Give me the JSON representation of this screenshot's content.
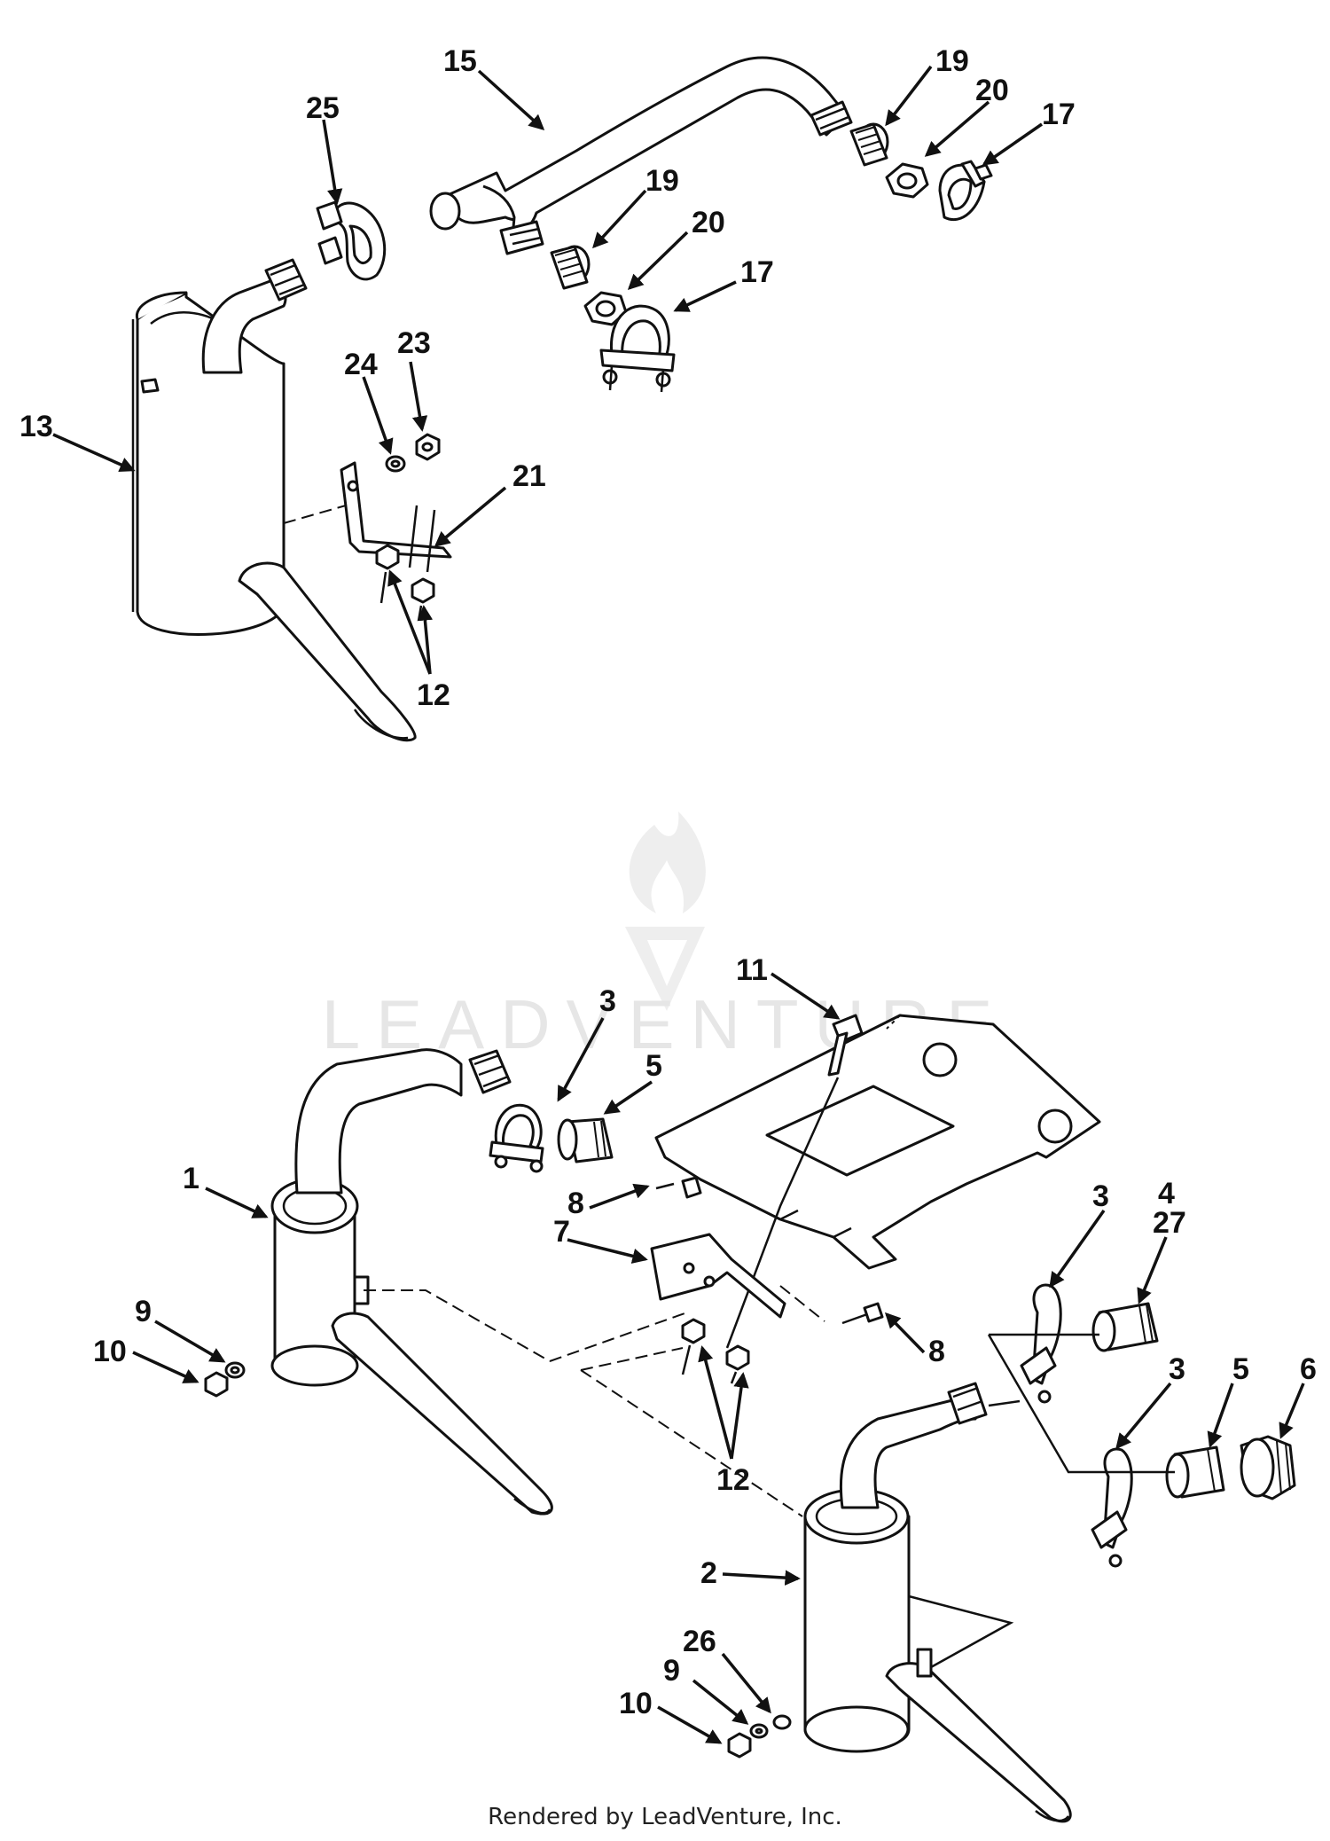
{
  "diagram": {
    "callouts": {
      "c15": "15",
      "c19a": "19",
      "c20a": "20",
      "c17a": "17",
      "c25": "25",
      "c19b": "19",
      "c20b": "20",
      "c17b": "17",
      "c23": "23",
      "c24": "24",
      "c13": "13",
      "c21": "21",
      "c12a": "12",
      "c11": "11",
      "c3a": "3",
      "c5a": "5",
      "c1": "1",
      "c8a": "8",
      "c7": "7",
      "c3b": "3",
      "c4": "4",
      "c27": "27",
      "c9a": "9",
      "c10a": "10",
      "c8b": "8",
      "c12b": "12",
      "c3c": "3",
      "c5b": "5",
      "c6": "6",
      "c2": "2",
      "c26": "26",
      "c9b": "9",
      "c10b": "10"
    },
    "watermark": "LEADVENTURE",
    "footer": "Rendered by LeadVenture, Inc."
  },
  "colors": {
    "ink": "#111111",
    "watermark": "#e6e6e6",
    "background": "#ffffff"
  }
}
